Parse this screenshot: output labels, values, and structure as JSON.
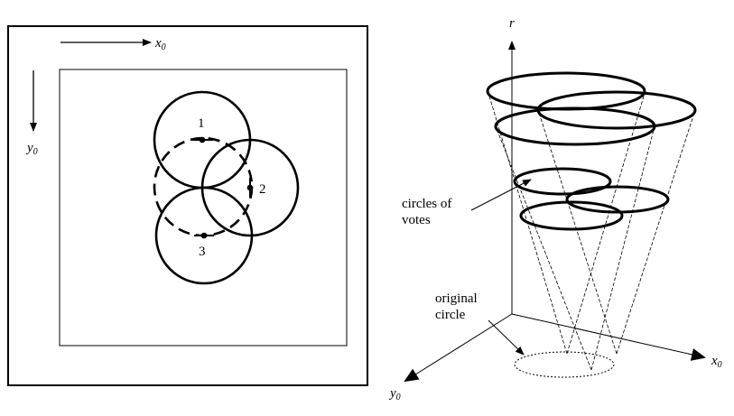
{
  "left_panel": {
    "axis_x": {
      "label": "x",
      "subscript": "0"
    },
    "axis_y": {
      "label": "y",
      "subscript": "0"
    },
    "points": [
      {
        "label": "1"
      },
      {
        "label": "2"
      },
      {
        "label": "3"
      }
    ]
  },
  "right_panel": {
    "axis_r": {
      "label": "r"
    },
    "axis_x": {
      "label": "x",
      "subscript": "0"
    },
    "axis_y": {
      "label": "y",
      "subscript": "0"
    },
    "annotation_votes": {
      "line1": "circles of",
      "line2": "votes"
    },
    "annotation_original": {
      "line1": "original",
      "line2": "circle"
    }
  },
  "colors": {
    "ink": "#000000",
    "background": "#ffffff"
  }
}
